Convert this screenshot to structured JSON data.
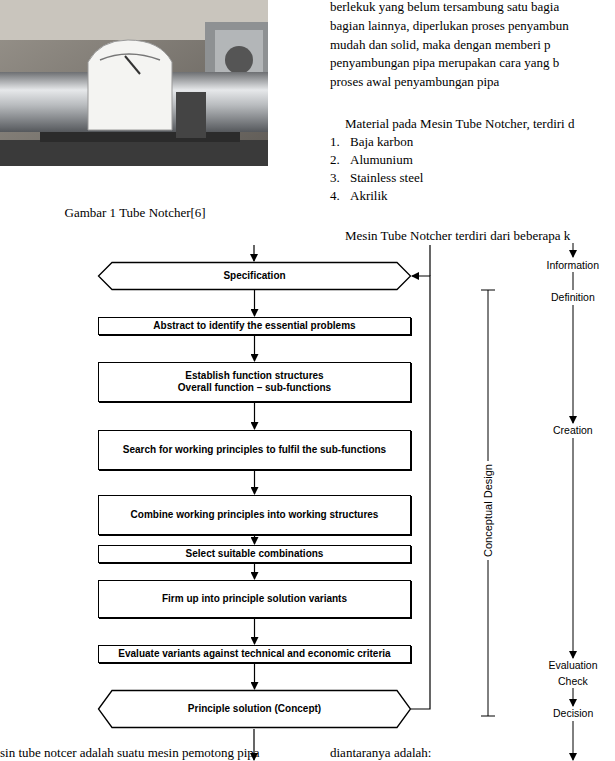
{
  "diagram": {
    "nodes": [
      {
        "text": [
          "Specification"
        ]
      },
      {
        "text": [
          "Abstract to identify the essential problems"
        ]
      },
      {
        "text": [
          "Establish function structures",
          "Overall function – sub-functions"
        ]
      },
      {
        "text": [
          "Search for working principles to fulfil the sub-functions"
        ]
      },
      {
        "text": [
          "Combine working principles into working structures"
        ]
      },
      {
        "text": [
          "Select suitable combinations"
        ]
      },
      {
        "text": [
          "Firm up into principle solution variants"
        ]
      },
      {
        "text": [
          "Evaluate variants against technical and economic criteria"
        ]
      },
      {
        "text": [
          "Principle solution (Concept)"
        ]
      }
    ],
    "edges": [
      {
        "from": 0,
        "to": 1,
        "arrow": "to"
      },
      {
        "from": 1,
        "to": 2,
        "arrow": "to"
      },
      {
        "from": 2,
        "to": 3,
        "arrow": "to"
      },
      {
        "from": 3,
        "to": 4,
        "arrow": "to"
      },
      {
        "from": 4,
        "to": 5,
        "arrow": "to"
      },
      {
        "from": 5,
        "to": 6,
        "arrow": "to"
      },
      {
        "from": 6,
        "to": 7,
        "arrow": "to"
      },
      {
        "from": 7,
        "to": 8,
        "arrow": "to"
      },
      {
        "from": 8,
        "to": 0,
        "arrow": "to"
      }
    ],
    "labels": [
      "berlekuk yang belum tersambung satu bagia",
      "bagian lainnya, diperlukan proses penyambun",
      "mudah dan solid, maka dengan memberi p",
      "penyambungan pipa merupakan cara yang b",
      "proses awal penyambungan pipa",
      "Material pada Mesin Tube Notcher, terdiri d",
      "1.",
      "Baja karbon",
      "2.",
      "Alumunium",
      "3.",
      "Stainless steel",
      "4.",
      "Akrilik",
      "Mesin Tube Notcher terdiri dari beberapa k",
      "Gambar 1 Tube Notcher[6]",
      "Conceptual Design",
      "Information",
      "Definition",
      "Creation",
      "Evaluation",
      "Check",
      "Decision",
      "sin tube notcer adalah suatu mesin pemotong pipa",
      "diantaranya adalah:"
    ]
  }
}
